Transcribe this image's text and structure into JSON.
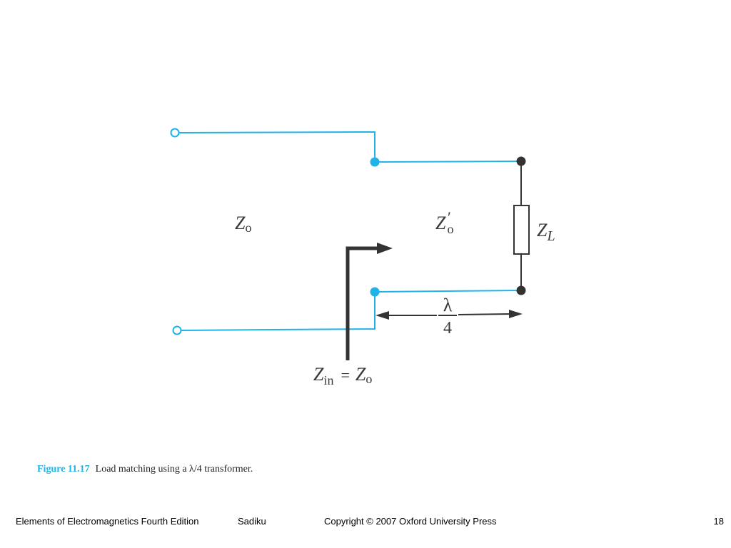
{
  "colors": {
    "line": "#1fb3e8",
    "dark": "#333333"
  },
  "labels": {
    "z_main": "Z",
    "sub_o": "o",
    "z_prime_main": "Z",
    "prime_mark": "′",
    "z_load_main": "Z",
    "sub_L": "L",
    "lambda": "λ",
    "four": "4",
    "zin_main": "Z",
    "sub_in": "in",
    "equals": "=",
    "zin_rhs_main": "Z",
    "zin_rhs_sub": "o"
  },
  "caption": {
    "figure_label": "Figure 11.17",
    "text": "Load matching using a λ/4 transformer."
  },
  "footer": {
    "book": "Elements of Electromagnetics Fourth Edition",
    "author": "Sadiku",
    "copyright": "Copyright © 2007 Oxford University Press",
    "page": "18"
  }
}
